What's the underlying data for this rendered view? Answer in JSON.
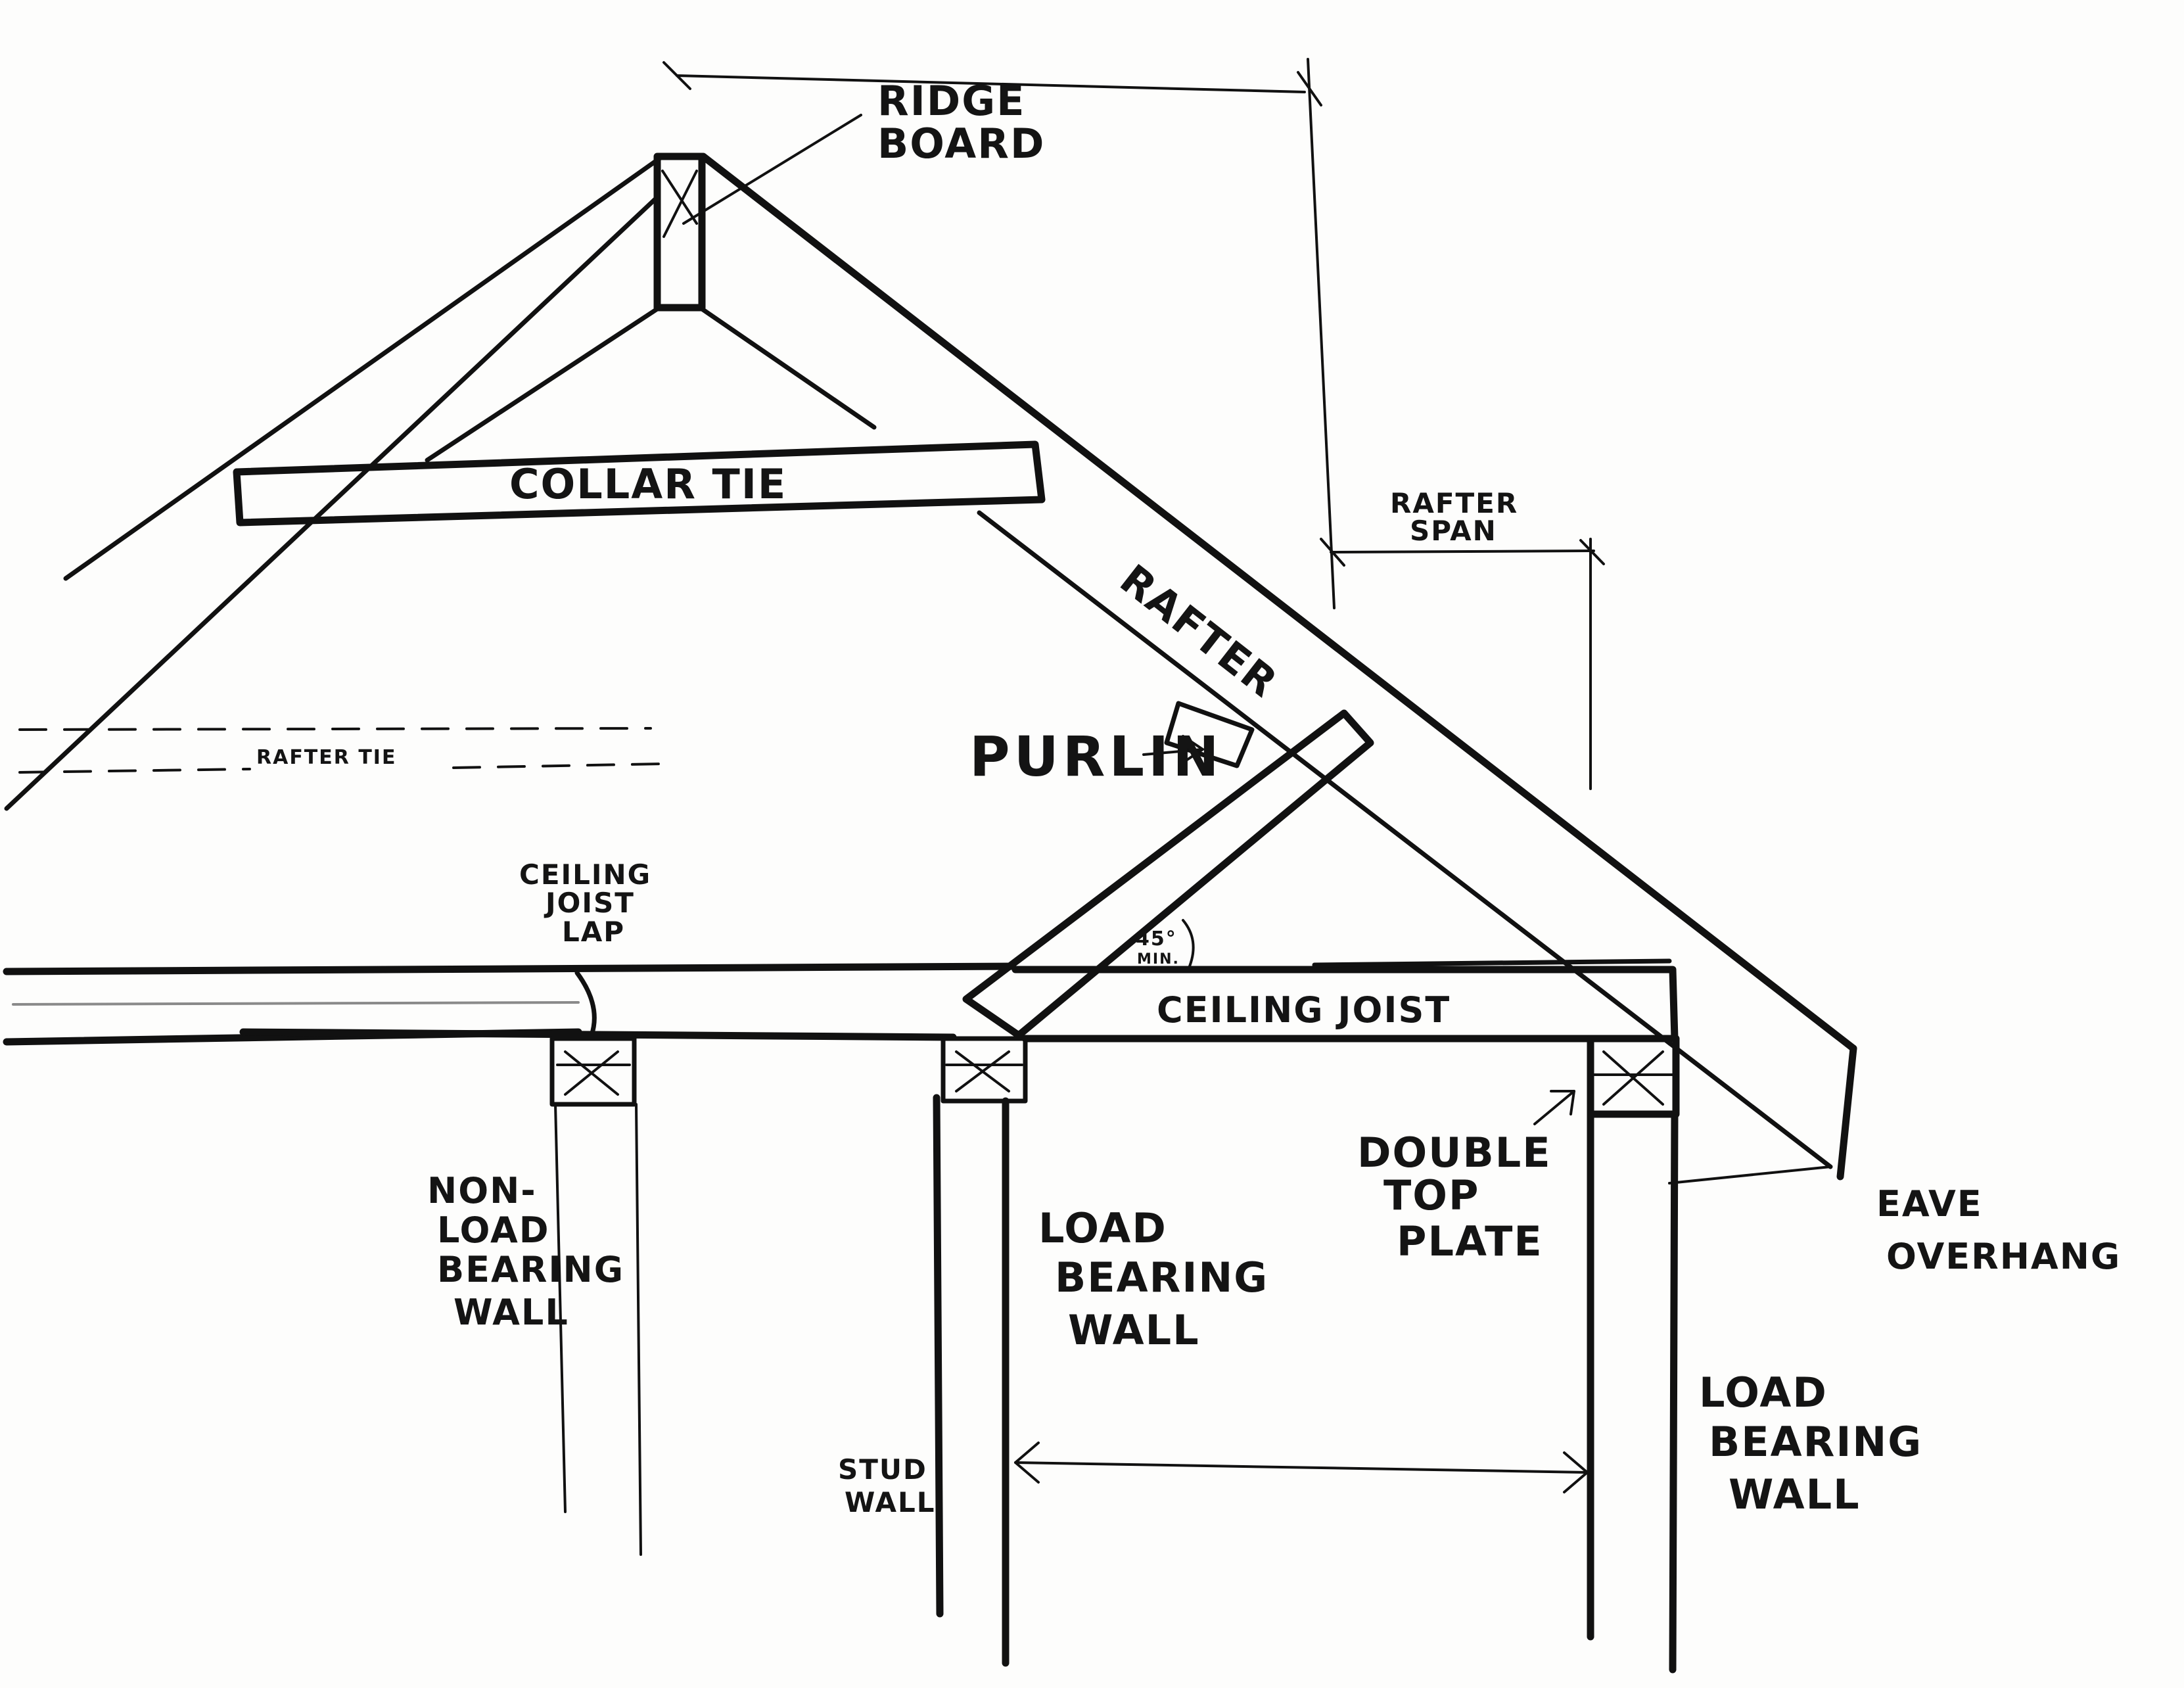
{
  "diagram": {
    "labels": {
      "ridge_board": [
        "RIDGE",
        "BOARD"
      ],
      "collar_tie": "COLLAR TIE",
      "rafter": "RAFTER",
      "rafter_span": [
        "RAFTER",
        "SPAN"
      ],
      "rafter_tie": "RAFTER TIE",
      "purlin": "PURLIN",
      "angle": [
        "45°",
        "MIN."
      ],
      "ceiling_joist_lap": [
        "CEILING",
        "JOIST",
        "LAP"
      ],
      "ceiling_joist": "CEILING JOIST",
      "double_top_plate": [
        "DOUBLE",
        "TOP",
        "PLATE"
      ],
      "eave_overhang": [
        "EAVE",
        "OVERHANG"
      ],
      "non_load_bearing_wall": [
        "NON-",
        "LOAD",
        "BEARING",
        "WALL"
      ],
      "load_bearing_wall_left": [
        "LOAD",
        "BEARING",
        "WALL"
      ],
      "load_bearing_wall_right": [
        "LOAD",
        "BEARING",
        "WALL"
      ],
      "stud_wall": [
        "STUD",
        "WALL"
      ]
    }
  }
}
